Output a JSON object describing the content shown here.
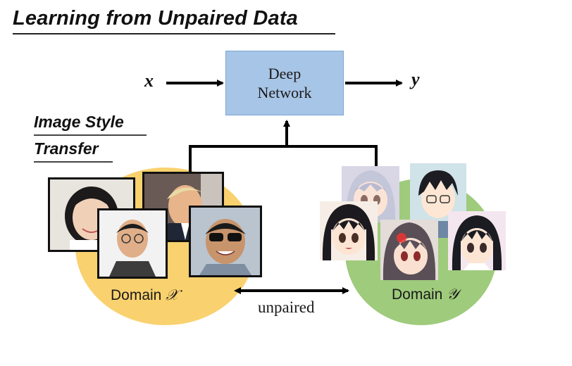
{
  "title": "Learning from Unpaired Data",
  "subtitle_line1": "Image Style",
  "subtitle_line2": "Transfer",
  "network_line1": "Deep",
  "network_line2": "Network",
  "input_var": "x",
  "output_var": "y",
  "domain_x_word": "Domain",
  "domain_x_symbol": "𝒳",
  "domain_y_word": "Domain",
  "domain_y_symbol": "𝒴",
  "unpaired_label": "unpaired",
  "colors": {
    "network_fill": "#a7c5e6",
    "domain_x_fill": "#f9d16e",
    "domain_y_fill": "#9fcb7c"
  }
}
